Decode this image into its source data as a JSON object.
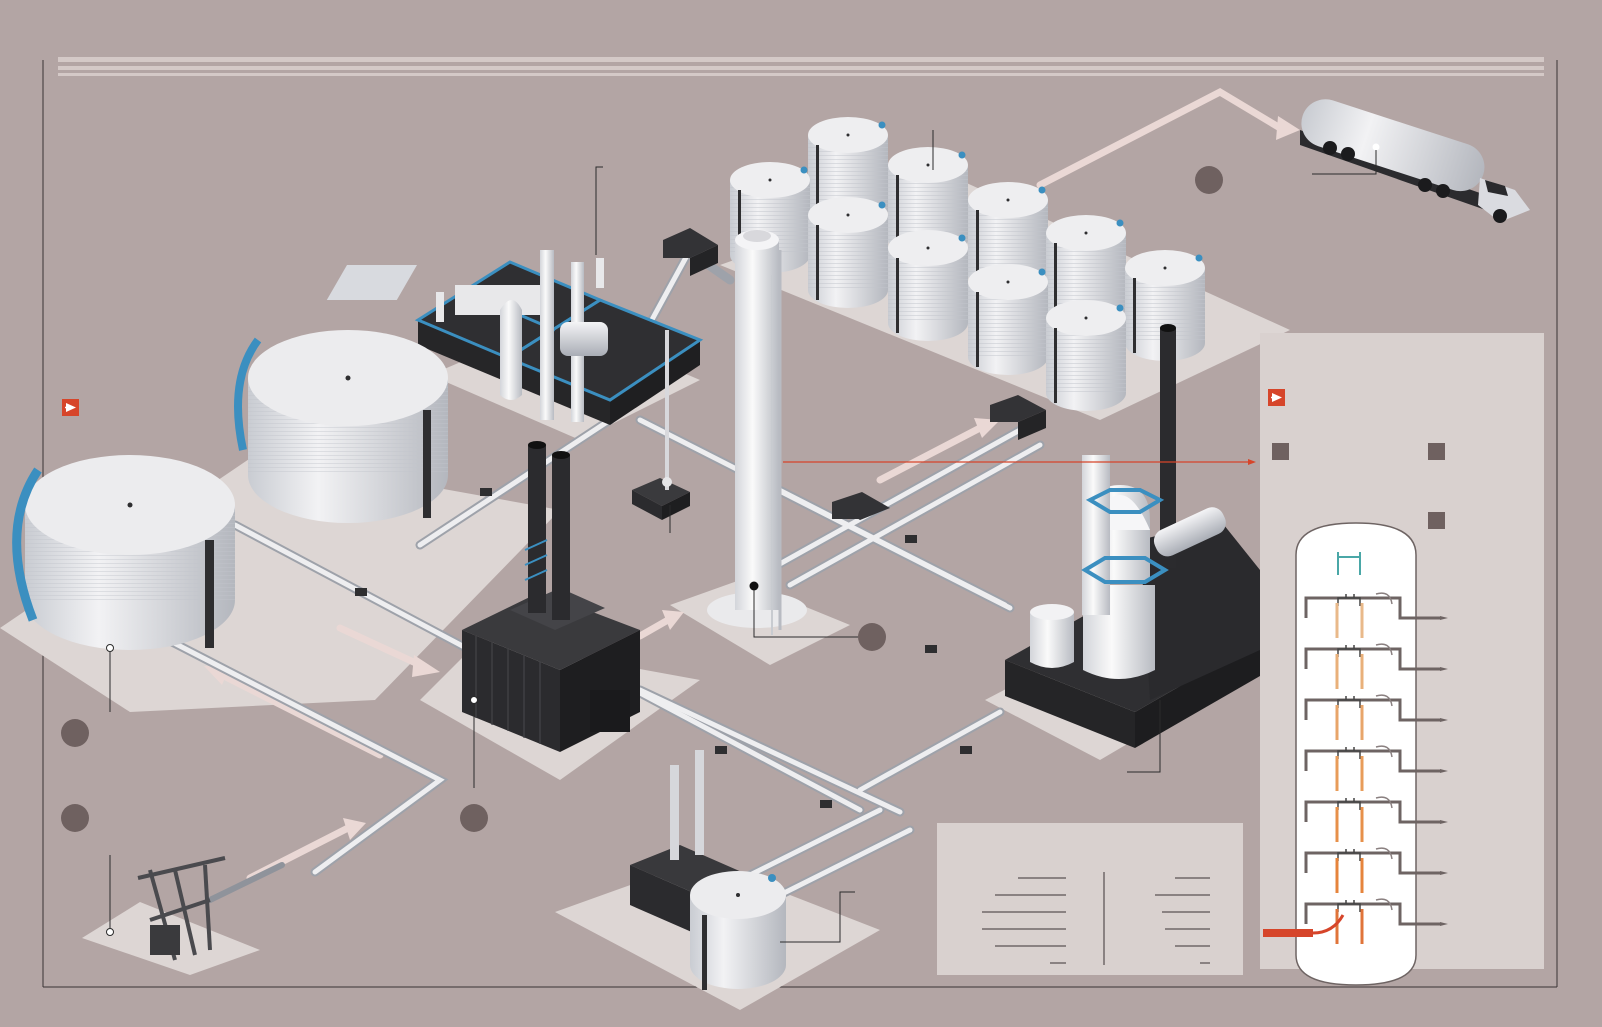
{
  "colors": {
    "background": "#b3a5a4",
    "pad": "#ddd6d4",
    "panel": "#d9d1cf",
    "tank_white": "#e6e6e8",
    "tank_shadow": "#b9bcc2",
    "insulation_blue": "#3b8fc0",
    "machinery_dark": "#2e2e30",
    "marker_dot": "#6f6160",
    "flow_arrow": "#ead8d5",
    "callout_red": "#d6452a",
    "flame_orange": "#e48a3a"
  },
  "icons": {
    "section_marker": "play-arrow-icon",
    "callout_marker": "filled-circle-icon",
    "legend_marker": "filled-square-icon"
  },
  "scene": {
    "components": [
      "oil-well-pump",
      "large-crude-storage-tank-front",
      "large-crude-storage-tank-back",
      "furnace-block",
      "exhaust-stacks",
      "distillation-column",
      "processing-unit-blue-frame",
      "product-storage-tank-farm",
      "cracking-unit",
      "small-storage-tank",
      "tanker-truck",
      "pipe-rack-network"
    ],
    "diagram_panel": {
      "tray_count": 7,
      "outlet_count": 7
    }
  }
}
